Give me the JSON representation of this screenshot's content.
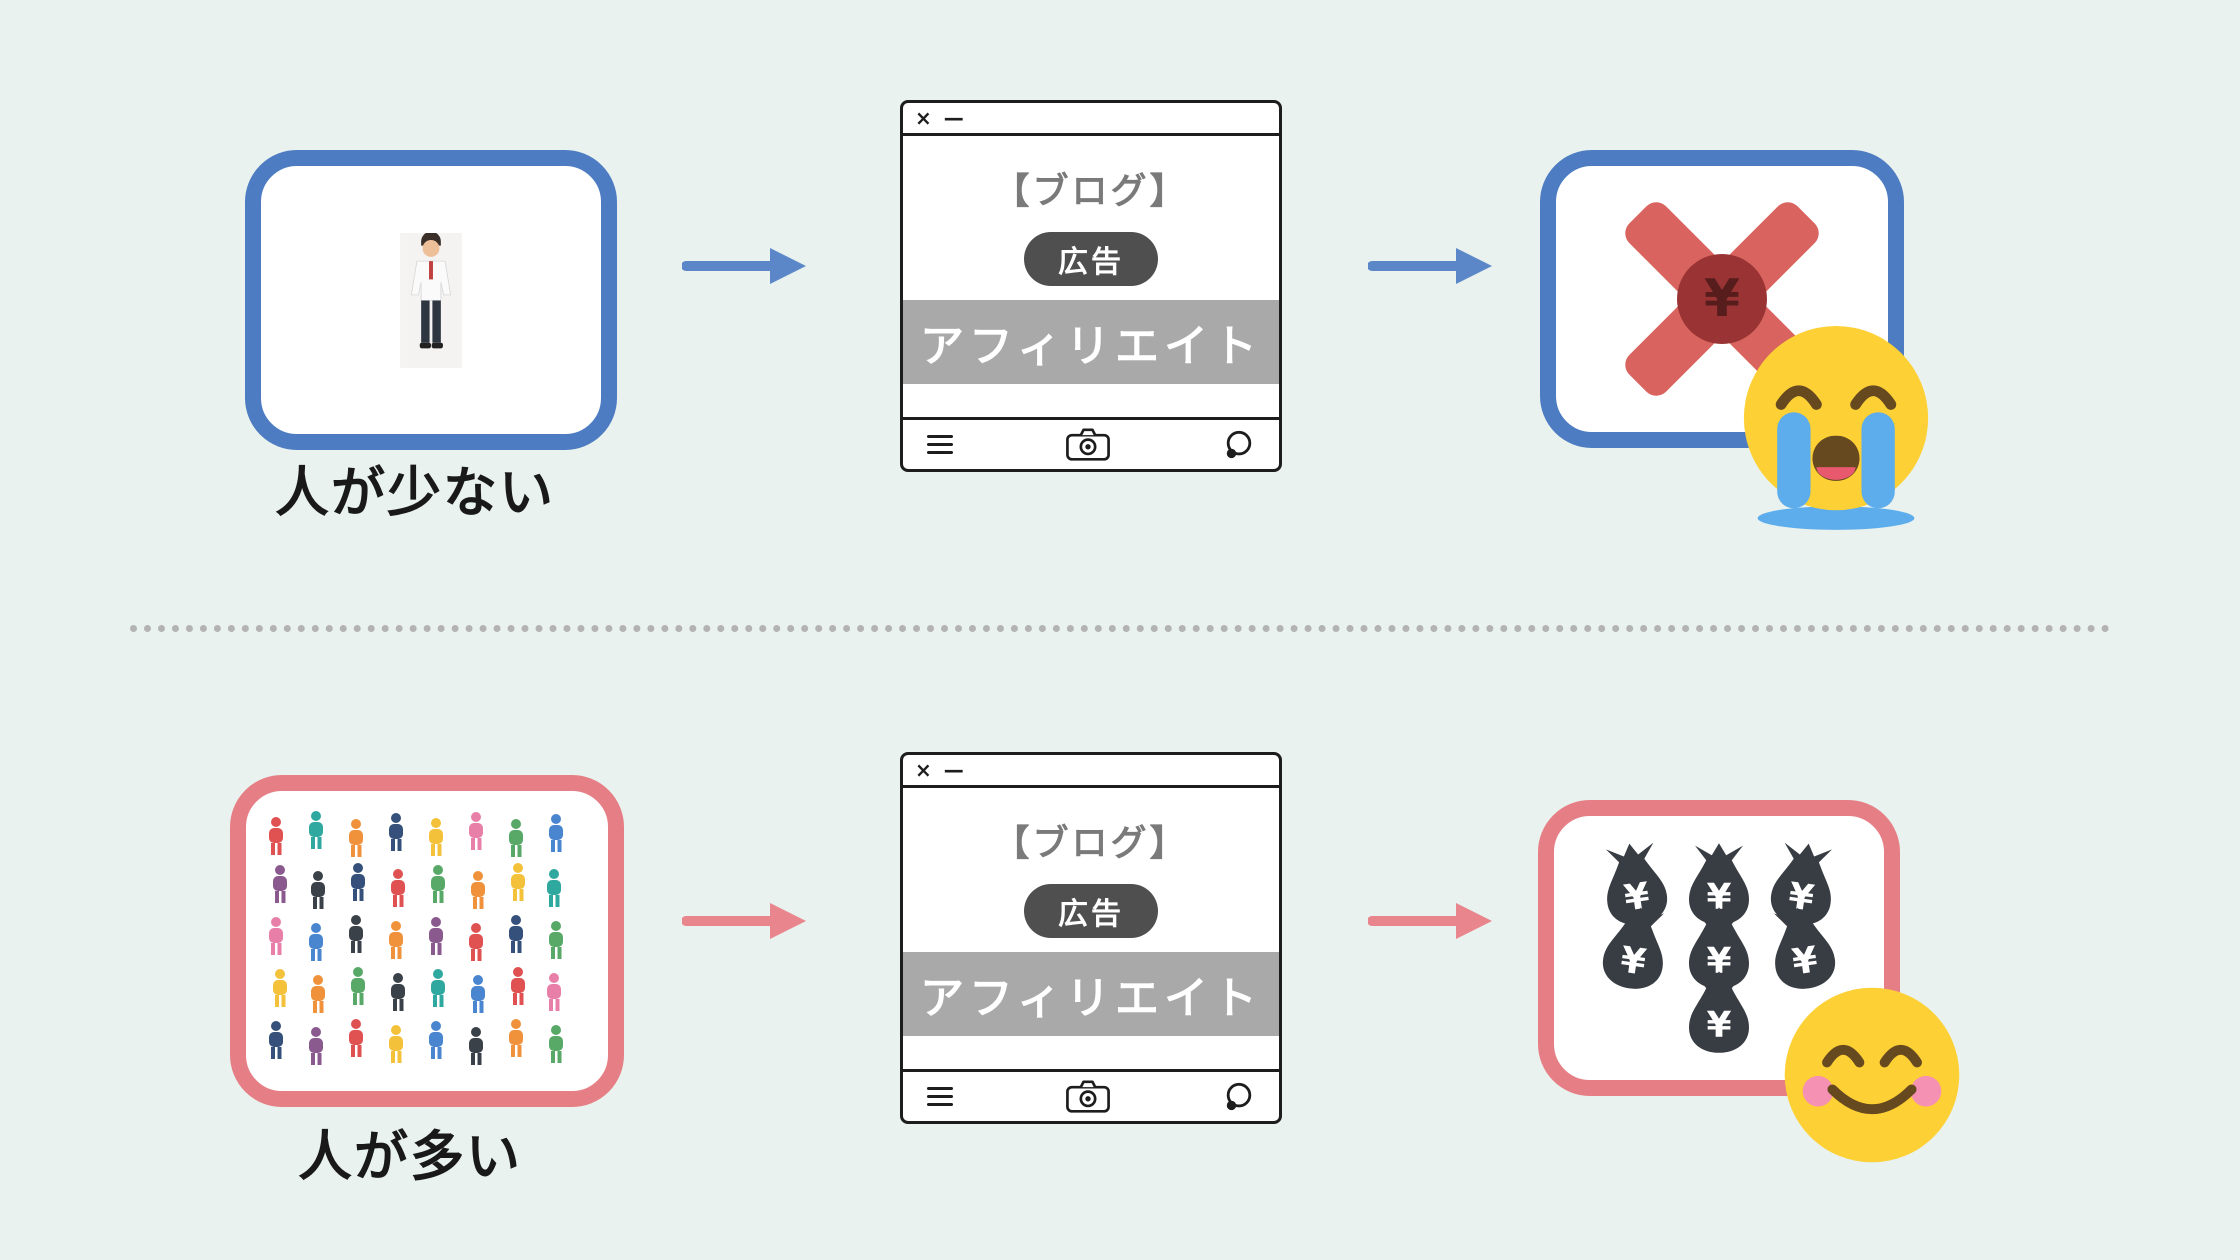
{
  "page": {
    "background": "#e9f2ee"
  },
  "rows": [
    {
      "label": "人が少ない",
      "accent": "#4d7cc2",
      "result": "no-money"
    },
    {
      "label": "人が多い",
      "accent": "#e57f85",
      "result": "money"
    }
  ],
  "browser": {
    "title": "【ブログ】",
    "ad_badge": "広告",
    "banner": "アフィリエイト"
  },
  "icons": {
    "window_close": "×",
    "window_minimize": "—",
    "menu": "hamburger-lines",
    "camera": "camera-glyph",
    "chat": "speech-bubble"
  },
  "result": {
    "yen": "¥"
  },
  "colors": {
    "blue_accent": "#4d7cc2",
    "red_accent": "#e57f85",
    "cross_red": "#d9645f",
    "coin_red": "#9a3434",
    "bag_dark": "#383d43",
    "badge_dark": "#4f4f4f",
    "banner_gray": "#a9a9a9",
    "emoji_yellow": "#fdd035",
    "tear_blue": "#5dadec"
  }
}
